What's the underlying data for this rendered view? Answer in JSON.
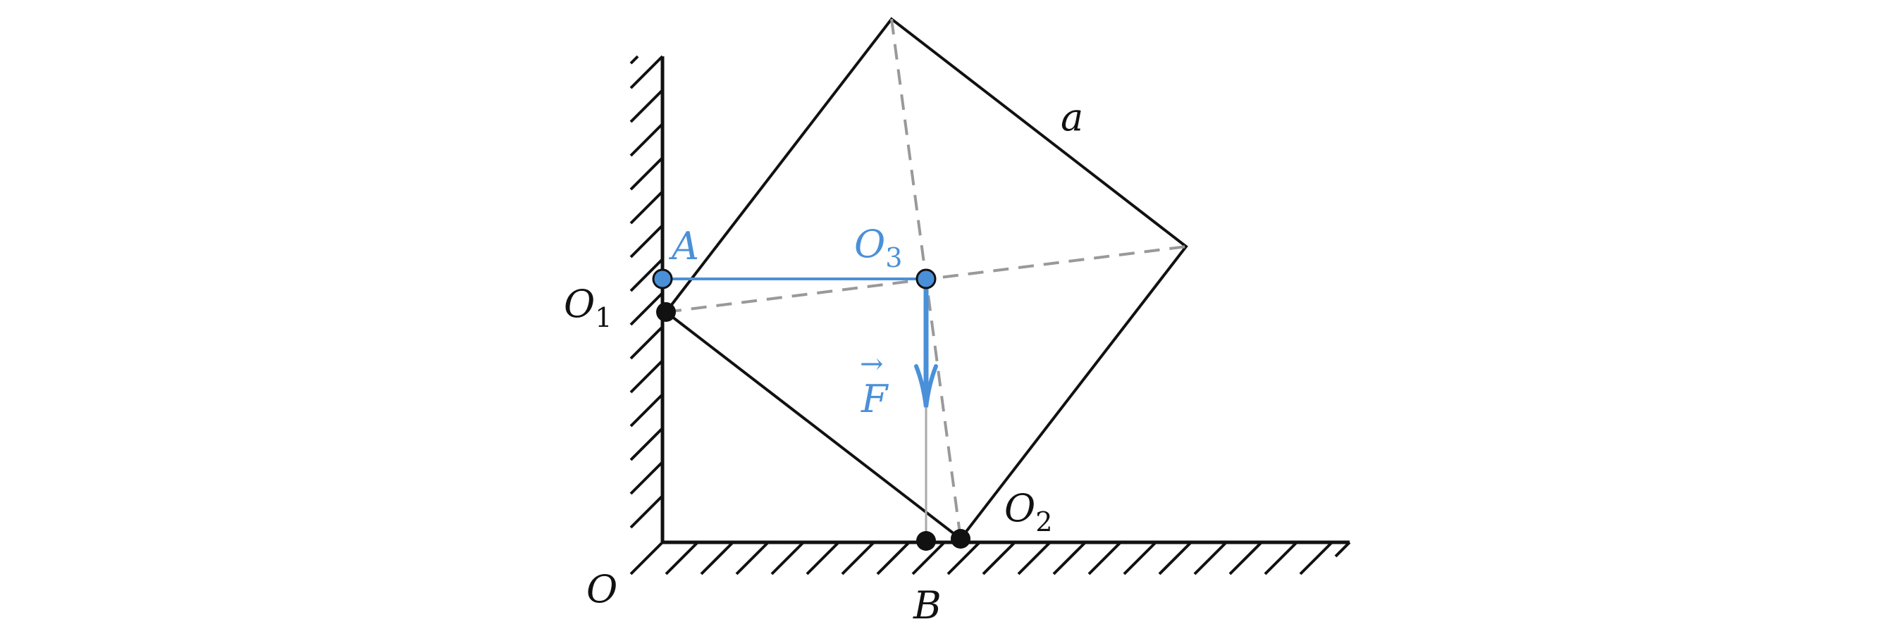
{
  "labels": {
    "a": "a",
    "A": "A",
    "O3_main": "O",
    "O3_sub": "3",
    "O1_main": "O",
    "O1_sub": "1",
    "O2_main": "O",
    "O2_sub": "2",
    "O": "O",
    "B": "B",
    "F": "F",
    "F_arrow": "→"
  },
  "colors": {
    "ink": "#111111",
    "accent": "#4a90d9",
    "dashed": "#999999",
    "guide": "#aaaaaa"
  }
}
